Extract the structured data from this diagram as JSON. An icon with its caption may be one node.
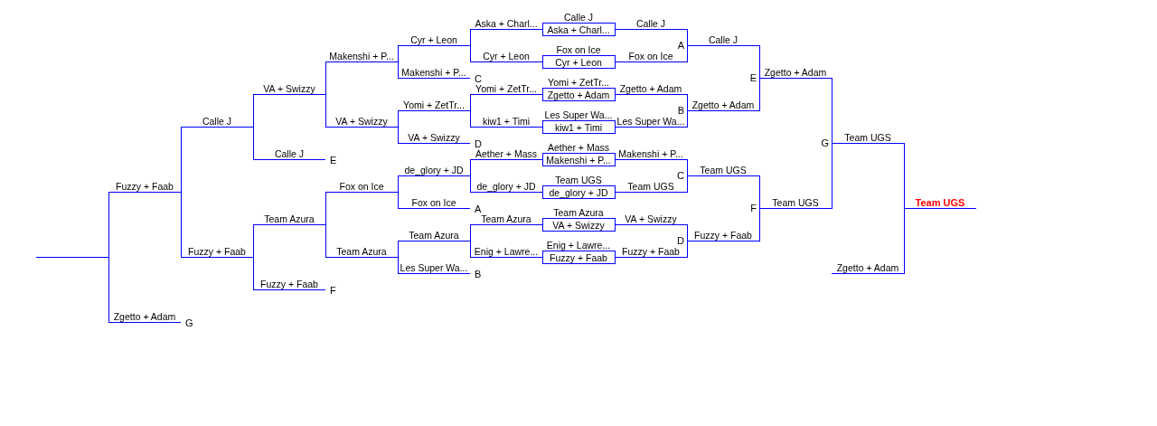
{
  "diagram": {
    "nodes": [
      {
        "text": [],
        "shape": "line"
      },
      {
        "text": [
          "Fuzzy + Faab"
        ]
      },
      {
        "text": [
          "Zgetto + Adam"
        ],
        "beside": [
          "G"
        ]
      },
      {
        "text": [
          "Calle J"
        ]
      },
      {
        "text": [
          "Fuzzy + Faab"
        ]
      },
      {
        "text": [
          "VA + Swizzy"
        ]
      },
      {
        "text": [
          "Calle J"
        ],
        "beside": [
          "E"
        ]
      },
      {
        "text": [
          "Team Azura"
        ]
      },
      {
        "text": [
          "Fuzzy + Faab"
        ],
        "beside": [
          "F"
        ]
      },
      {
        "text": [
          "Makenshi + P..."
        ]
      },
      {
        "text": [
          "VA + Swizzy"
        ]
      },
      {
        "text": [
          "Fox on Ice"
        ]
      },
      {
        "text": [
          "Team Azura"
        ]
      },
      {
        "text": [
          "Cyr + Leon"
        ]
      },
      {
        "text": [
          "Makenshi + P..."
        ],
        "beside": [
          "C"
        ]
      },
      {
        "text": [
          "Yomi + ZetTr..."
        ]
      },
      {
        "text": [
          "VA + Swizzy"
        ],
        "beside": [
          "D"
        ]
      },
      {
        "text": [
          "de_glory + JD"
        ]
      },
      {
        "text": [
          "Fox on Ice"
        ],
        "beside": [
          "A"
        ]
      },
      {
        "text": [
          "Team Azura"
        ]
      },
      {
        "text": [
          "Les Super Wa..."
        ],
        "beside": [
          "B"
        ]
      },
      {
        "text": [
          "Aska + Charl..."
        ]
      },
      {
        "text": [
          "Cyr + Leon"
        ]
      },
      {
        "text": [
          "Yomi + ZetTr..."
        ]
      },
      {
        "text": [
          "kiw1 + Timi"
        ]
      },
      {
        "text": [
          "Aether + Mass"
        ]
      },
      {
        "text": [
          "de_glory + JD"
        ]
      },
      {
        "text": [
          "Team Azura"
        ]
      },
      {
        "text": [
          "Enig + Lawre..."
        ]
      },
      {
        "text": [
          "Calle J"
        ]
      },
      {
        "text": [
          "Aska + Charl..."
        ]
      },
      {
        "text": [
          "Fox on Ice"
        ]
      },
      {
        "text": [
          "Cyr + Leon"
        ]
      },
      {
        "text": [
          "Yomi + ZetTr..."
        ]
      },
      {
        "text": [
          "Zgetto + Adam"
        ]
      },
      {
        "text": [
          "Les Super Wa..."
        ]
      },
      {
        "text": [
          "kiw1 + Timi"
        ]
      },
      {
        "text": [
          "Aether + Mass"
        ]
      },
      {
        "text": [
          "Makenshi + P..."
        ]
      },
      {
        "text": [
          "Team UGS"
        ]
      },
      {
        "text": [
          "de_glory + JD"
        ]
      },
      {
        "text": [
          "Team Azura"
        ]
      },
      {
        "text": [
          "VA + Swizzy"
        ]
      },
      {
        "text": [
          "Enig + Lawre..."
        ]
      },
      {
        "text": [
          "Fuzzy + Faab"
        ]
      },
      {
        "text": [
          "Calle J"
        ]
      },
      {
        "text": [
          "Fox on Ice"
        ]
      },
      {
        "text": [
          "Zgetto + Adam"
        ]
      },
      {
        "text": [
          "Les Super Wa..."
        ]
      },
      {
        "text": [
          "Makenshi + P..."
        ]
      },
      {
        "text": [
          "Team UGS"
        ]
      },
      {
        "text": [
          "VA + Swizzy"
        ]
      },
      {
        "text": [
          "Fuzzy + Faab"
        ]
      },
      {
        "text": [
          "Calle J"
        ]
      },
      {
        "text": [
          "Zgetto + Adam"
        ]
      },
      {
        "text": [
          "Team UGS"
        ]
      },
      {
        "text": [
          "Fuzzy + Faab"
        ]
      },
      {
        "text": [
          "Zgetto + Adam"
        ]
      },
      {
        "text": [
          "Team UGS"
        ]
      },
      {
        "text": [
          "Team UGS"
        ]
      },
      {
        "text": [
          "Zgetto + Adam"
        ]
      },
      {
        "text": [
          "Team UGS"
        ]
      }
    ],
    "edges": [
      {
        "from": 1,
        "to": 0,
        "arrow": "none"
      },
      {
        "from": 2,
        "to": 0,
        "arrow": "none"
      },
      {
        "from": 3,
        "to": 1,
        "arrow": "none"
      },
      {
        "from": 4,
        "to": 1,
        "arrow": "none"
      },
      {
        "from": 5,
        "to": 3,
        "arrow": "none"
      },
      {
        "from": 6,
        "to": 3,
        "arrow": "none"
      },
      {
        "from": 7,
        "to": 4,
        "arrow": "none"
      },
      {
        "from": 8,
        "to": 4,
        "arrow": "none"
      },
      {
        "from": 9,
        "to": 5,
        "arrow": "none"
      },
      {
        "from": 10,
        "to": 5,
        "arrow": "none"
      },
      {
        "from": 11,
        "to": 7,
        "arrow": "none"
      },
      {
        "from": 12,
        "to": 7,
        "arrow": "none"
      },
      {
        "from": 13,
        "to": 9,
        "arrow": "none"
      },
      {
        "from": 14,
        "to": 9,
        "arrow": "none"
      },
      {
        "from": 15,
        "to": 10,
        "arrow": "none"
      },
      {
        "from": 16,
        "to": 10,
        "arrow": "none"
      },
      {
        "from": 17,
        "to": 11,
        "arrow": "none"
      },
      {
        "from": 18,
        "to": 11,
        "arrow": "none"
      },
      {
        "from": 19,
        "to": 12,
        "arrow": "none"
      },
      {
        "from": 20,
        "to": 12,
        "arrow": "none"
      },
      {
        "from": 21,
        "to": 13,
        "arrow": "none"
      },
      {
        "from": 22,
        "to": 13,
        "arrow": "none"
      },
      {
        "from": 23,
        "to": 15,
        "arrow": "none"
      },
      {
        "from": 24,
        "to": 15,
        "arrow": "none"
      },
      {
        "from": 25,
        "to": 17,
        "arrow": "none"
      },
      {
        "from": 26,
        "to": 17,
        "arrow": "none"
      },
      {
        "from": 27,
        "to": 19,
        "arrow": "none"
      },
      {
        "from": 28,
        "to": 19,
        "arrow": "none"
      },
      {
        "from": 29,
        "to": 21,
        "arrow": "none"
      },
      {
        "from": 30,
        "to": 21,
        "arrow": "none"
      },
      {
        "from": 31,
        "to": 22,
        "arrow": "none"
      },
      {
        "from": 32,
        "to": 22,
        "arrow": "none"
      },
      {
        "from": 33,
        "to": 23,
        "arrow": "none"
      },
      {
        "from": 34,
        "to": 23,
        "arrow": "none"
      },
      {
        "from": 35,
        "to": 24,
        "arrow": "none"
      },
      {
        "from": 36,
        "to": 24,
        "arrow": "none"
      },
      {
        "from": 37,
        "to": 25,
        "arrow": "none"
      },
      {
        "from": 38,
        "to": 25,
        "arrow": "none"
      },
      {
        "from": 39,
        "to": 26,
        "arrow": "none"
      },
      {
        "from": 40,
        "to": 26,
        "arrow": "none"
      },
      {
        "from": 41,
        "to": 27,
        "arrow": "none"
      },
      {
        "from": 42,
        "to": 27,
        "arrow": "none"
      },
      {
        "from": 43,
        "to": 28,
        "arrow": "none"
      },
      {
        "from": 44,
        "to": 28,
        "arrow": "none"
      },
      {
        "from": 29,
        "to": 45,
        "arrow": "none"
      },
      {
        "from": 30,
        "to": 45,
        "arrow": "none"
      },
      {
        "from": 31,
        "to": 46,
        "arrow": "none"
      },
      {
        "from": 32,
        "to": 46,
        "arrow": "none"
      },
      {
        "from": 33,
        "to": 47,
        "arrow": "none"
      },
      {
        "from": 34,
        "to": 47,
        "arrow": "none"
      },
      {
        "from": 35,
        "to": 48,
        "arrow": "none"
      },
      {
        "from": 36,
        "to": 48,
        "arrow": "none"
      },
      {
        "from": 37,
        "to": 49,
        "arrow": "none"
      },
      {
        "from": 38,
        "to": 49,
        "arrow": "none"
      },
      {
        "from": 39,
        "to": 50,
        "arrow": "none"
      },
      {
        "from": 40,
        "to": 50,
        "arrow": "none"
      },
      {
        "from": 41,
        "to": 51,
        "arrow": "none"
      },
      {
        "from": 42,
        "to": 51,
        "arrow": "none"
      },
      {
        "from": 43,
        "to": 52,
        "arrow": "none"
      },
      {
        "from": 44,
        "to": 52,
        "arrow": "none"
      },
      {
        "from": 45,
        "to": 53,
        "arrow": "none"
      },
      {
        "from": 46,
        "to": 53,
        "arrow": "none"
      },
      {
        "from": 47,
        "to": 54,
        "arrow": "none"
      },
      {
        "from": 48,
        "to": 54,
        "arrow": "none"
      },
      {
        "from": 49,
        "to": 55,
        "arrow": "none"
      },
      {
        "from": 50,
        "to": 55,
        "arrow": "none"
      },
      {
        "from": 51,
        "to": 56,
        "arrow": "none"
      },
      {
        "from": 52,
        "to": 56,
        "arrow": "none"
      },
      {
        "from": 53,
        "to": 57,
        "arrow": "none"
      },
      {
        "from": 54,
        "to": 57,
        "arrow": "none"
      },
      {
        "from": 55,
        "to": 58,
        "arrow": "none"
      },
      {
        "from": 56,
        "to": 58,
        "arrow": "none"
      },
      {
        "from": 57,
        "to": 59,
        "arrow": "none"
      },
      {
        "from": 58,
        "to": 59,
        "arrow": "none"
      },
      {
        "from": 59,
        "to": 61,
        "arrow": "none"
      },
      {
        "from": 60,
        "to": 61,
        "arrow": "none"
      }
    ],
    "labels": [
      "A",
      "E",
      "B",
      "G",
      "C",
      "F",
      "D"
    ]
  }
}
